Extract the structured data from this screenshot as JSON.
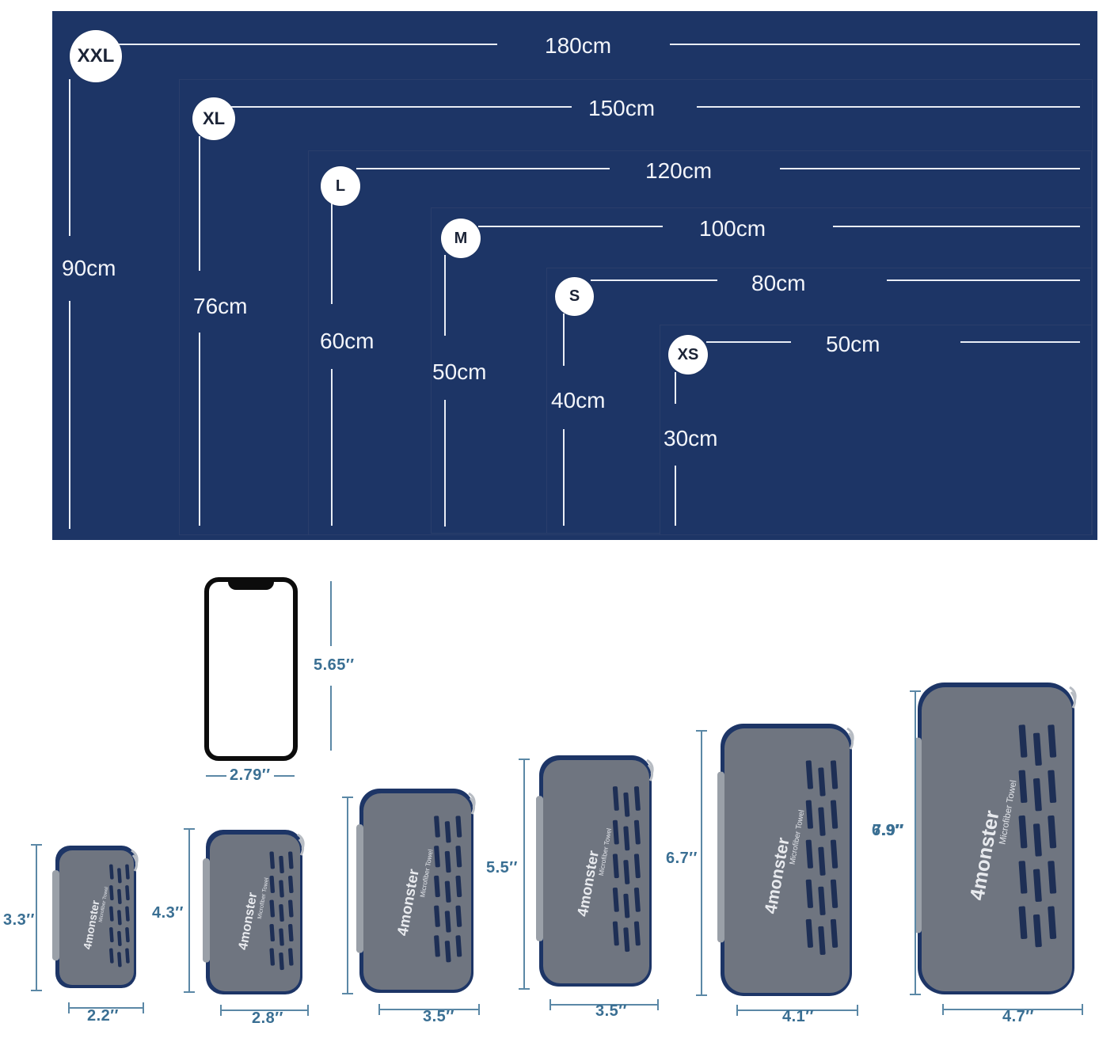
{
  "towels": [
    {
      "size": "XXL",
      "width": "180cm",
      "height": "90cm"
    },
    {
      "size": "XL",
      "width": "150cm",
      "height": "76cm"
    },
    {
      "size": "L",
      "width": "120cm",
      "height": "60cm"
    },
    {
      "size": "M",
      "width": "100cm",
      "height": "50cm"
    },
    {
      "size": "S",
      "width": "80cm",
      "height": "40cm"
    },
    {
      "size": "XS",
      "width": "50cm",
      "height": "30cm"
    }
  ],
  "phone": {
    "height": "5.65′′",
    "width": "2.79′′"
  },
  "pouches": [
    {
      "height": "3.3′′",
      "width": "2.2′′"
    },
    {
      "height": "4.3′′",
      "width": "2.8′′"
    },
    {
      "height": "5.5′′",
      "width": "3.5′′"
    },
    {
      "height": "6.7′′",
      "width": "3.5′′"
    },
    {
      "height": "6.9′′",
      "width": "4.1′′"
    },
    {
      "height": "7.9′′",
      "width": "4.7′′"
    }
  ],
  "brand": {
    "name": "4monster",
    "product": "Microfiber Towel"
  },
  "colors": {
    "towel": "#1d3566",
    "pouch_shell": "#6f7580",
    "pouch_zip": "#1d3566",
    "dim_line": "#5b88a6",
    "dim_text": "#3a6f93"
  }
}
